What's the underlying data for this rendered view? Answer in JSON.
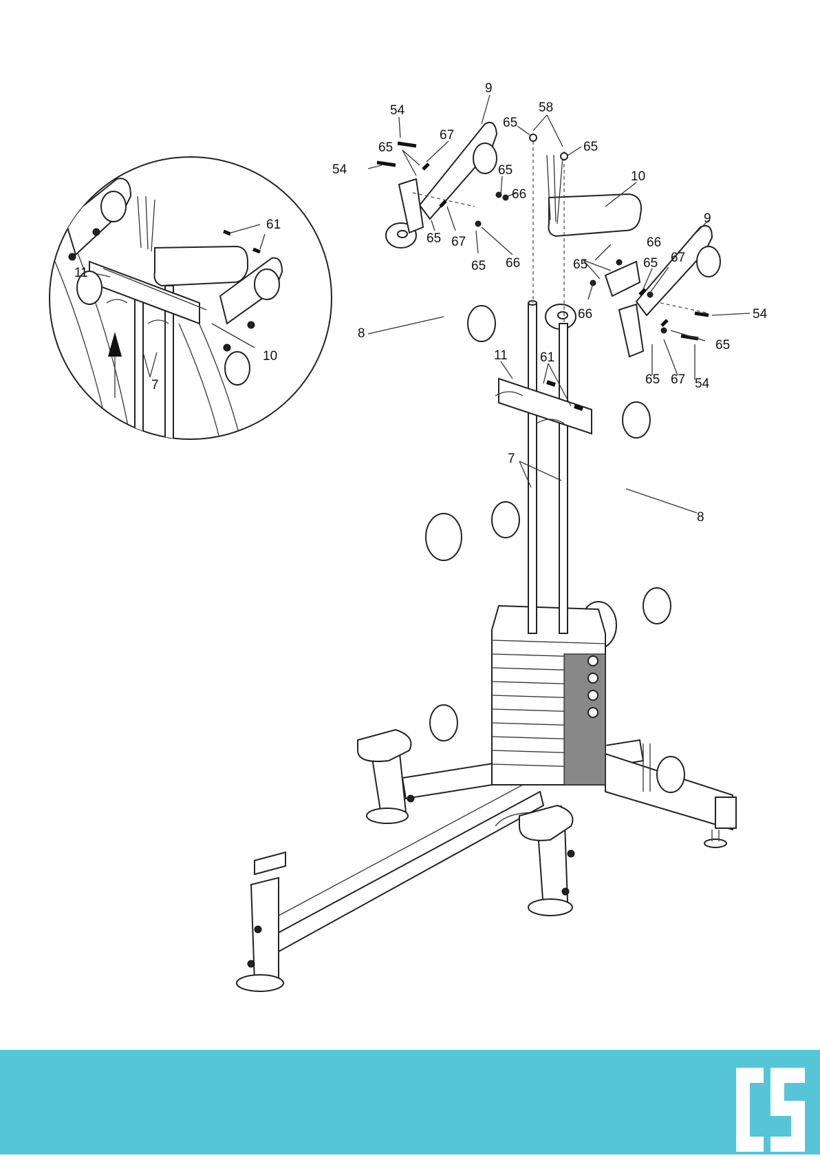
{
  "diagram": {
    "labels": {
      "inset_61": "61",
      "inset_11": "11",
      "inset_10": "10",
      "inset_7": "7",
      "main_9_left": "9",
      "main_54_top": "54",
      "main_67_top": "67",
      "main_65_top": "65",
      "main_54_left": "54",
      "main_65_a": "65",
      "main_58": "58",
      "main_65_b": "65",
      "main_65_c": "65",
      "main_65_d": "65",
      "main_66_a": "66",
      "main_10": "10",
      "main_65_e": "65",
      "main_67_b": "67",
      "main_65_f": "65",
      "main_66_b": "66",
      "main_9_right": "9",
      "main_66_c": "66",
      "main_65_g": "65",
      "main_65_h": "65",
      "main_67_c": "67",
      "main_66_d": "66",
      "main_54_right": "54",
      "main_8_left": "8",
      "main_11": "11",
      "main_61": "61",
      "main_65_i": "65",
      "main_65_j": "65",
      "main_67_d": "67",
      "main_54_bottom": "54",
      "main_7": "7",
      "main_8_right": "8"
    }
  },
  "footer": {
    "band_color": "#56C5D8",
    "logo_text": "CS",
    "logo_icon": "cs-brand-logo"
  }
}
